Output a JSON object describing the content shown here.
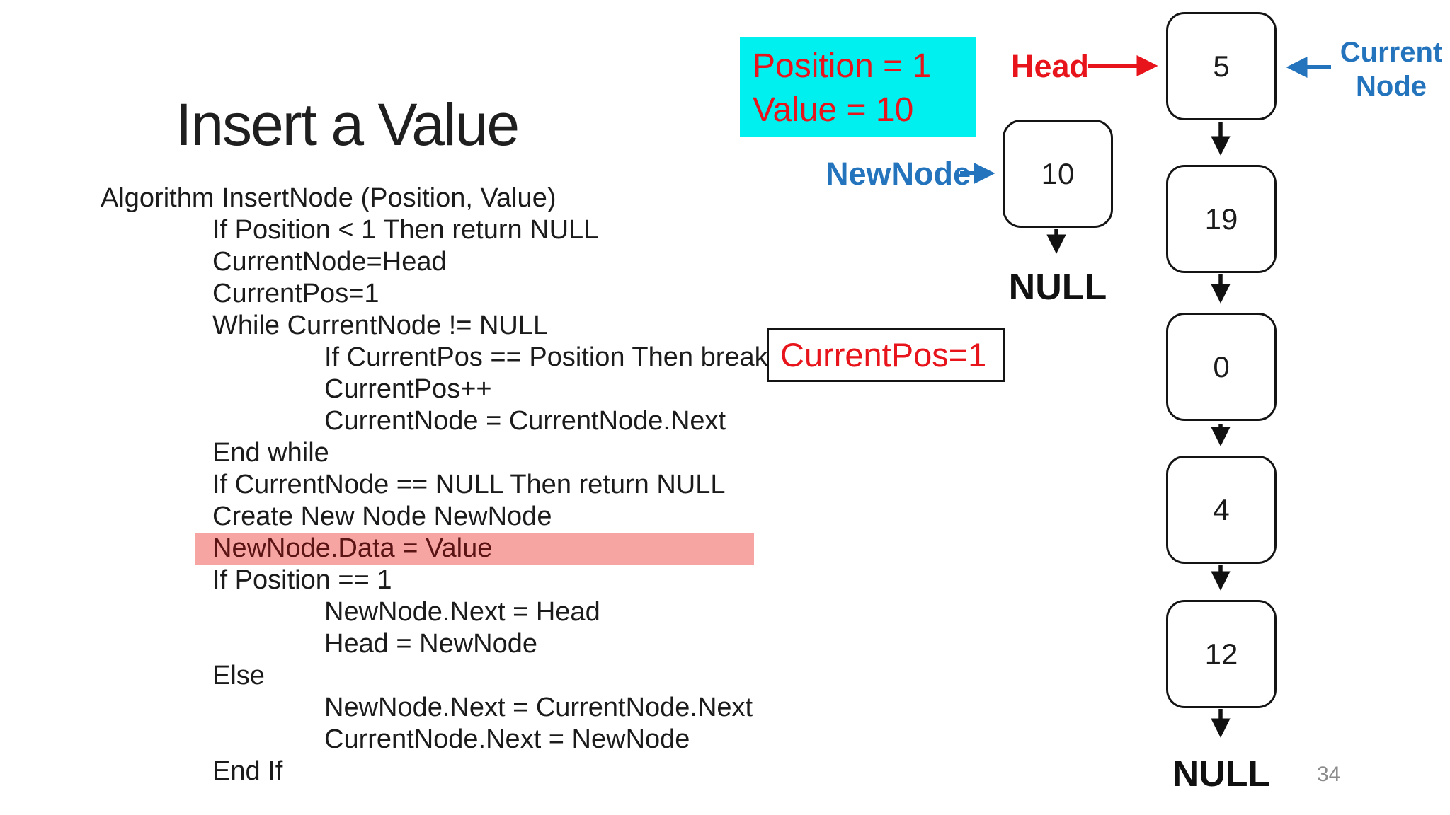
{
  "slide": {
    "title": "Insert a Value",
    "page_number": "34"
  },
  "algorithm": {
    "lines": [
      {
        "text": "Algorithm InsertNode (Position, Value)",
        "indent": 0,
        "highlight": false
      },
      {
        "text": "If Position < 1 Then return NULL",
        "indent": 1,
        "highlight": false
      },
      {
        "text": "CurrentNode=Head",
        "indent": 1,
        "highlight": false
      },
      {
        "text": "CurrentPos=1",
        "indent": 1,
        "highlight": false
      },
      {
        "text": "While CurrentNode != NULL",
        "indent": 1,
        "highlight": false
      },
      {
        "text": "If CurrentPos == Position Then break",
        "indent": 2,
        "highlight": false
      },
      {
        "text": "CurrentPos++",
        "indent": 2,
        "highlight": false
      },
      {
        "text": "CurrentNode = CurrentNode.Next",
        "indent": 2,
        "highlight": false
      },
      {
        "text": "End while",
        "indent": 1,
        "highlight": false
      },
      {
        "text": "If CurrentNode == NULL Then return NULL",
        "indent": 1,
        "highlight": false
      },
      {
        "text": "Create New Node NewNode",
        "indent": 1,
        "highlight": false
      },
      {
        "text": "NewNode.Data = Value",
        "indent": 1,
        "highlight": true
      },
      {
        "text": "If Position == 1",
        "indent": 1,
        "highlight": false
      },
      {
        "text": "NewNode.Next = Head",
        "indent": 2,
        "highlight": false
      },
      {
        "text": "Head = NewNode",
        "indent": 2,
        "highlight": false
      },
      {
        "text": "Else",
        "indent": 1,
        "highlight": false
      },
      {
        "text": "NewNode.Next = CurrentNode.Next",
        "indent": 2,
        "highlight": false
      },
      {
        "text": "CurrentNode.Next = NewNode",
        "indent": 2,
        "highlight": false
      },
      {
        "text": "End If",
        "indent": 1,
        "highlight": false
      }
    ]
  },
  "callouts": {
    "params_box": {
      "line1": "Position = 1",
      "line2": "Value = 10"
    },
    "currentpos_box": {
      "text": "CurrentPos=1"
    },
    "head_label": {
      "text": "Head"
    },
    "newnode_label": {
      "text": "NewNode"
    },
    "currentnode_label": {
      "line1": "Current",
      "line2": "Node"
    }
  },
  "diagram": {
    "main_list": {
      "node_values": [
        "5",
        "19",
        "0",
        "4",
        "12"
      ],
      "terminator": "NULL"
    },
    "new_node": {
      "value": "10",
      "terminator": "NULL"
    }
  },
  "colors": {
    "accent_red": "#E8141B",
    "accent_blue": "#2374BC",
    "params_box_bg": "#00EFEF",
    "highlight_bg": "#F7A5A3",
    "highlight_text": "#5a1414",
    "node_border": "#141414",
    "page_number_gray": "#8a8a8a"
  }
}
